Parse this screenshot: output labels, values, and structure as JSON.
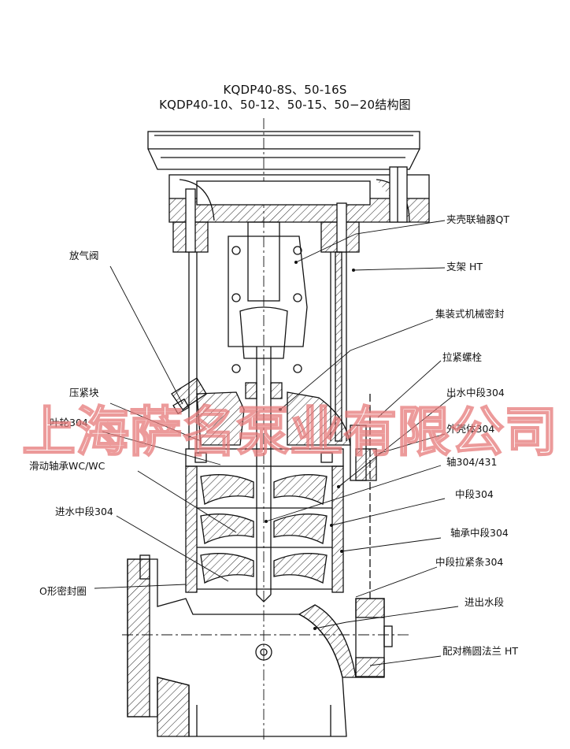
{
  "title": {
    "line1": "KQDP40-8S、50-16S",
    "line2": "KQDP40-10、50-12、50-15、50−20结构图"
  },
  "labels": {
    "coupling": "夹壳联轴器QT",
    "bracket": "支架 HT",
    "air_valve": "放气阀",
    "mech_seal": "集装式机械密封",
    "tie_bolt": "拉紧螺栓",
    "press_block": "压紧块",
    "outlet_mid": "出水中段304",
    "impeller": "叶轮304",
    "outer_casing": "外壳体304",
    "slide_bearing": "滑动轴承WC/WC",
    "shaft": "轴304/431",
    "mid_section": "中段304",
    "inlet_mid": "进水中段304",
    "bearing_mid": "轴承中段304",
    "mid_tie_bar": "中段拉紧条304",
    "o_ring": "O形密封圈",
    "in_out_section": "进出水段",
    "flange": "配对椭圆法兰 HT"
  },
  "watermark": [
    "上",
    "海",
    "萨",
    "名",
    "泵",
    "业",
    "有",
    "限",
    "公",
    "司"
  ]
}
